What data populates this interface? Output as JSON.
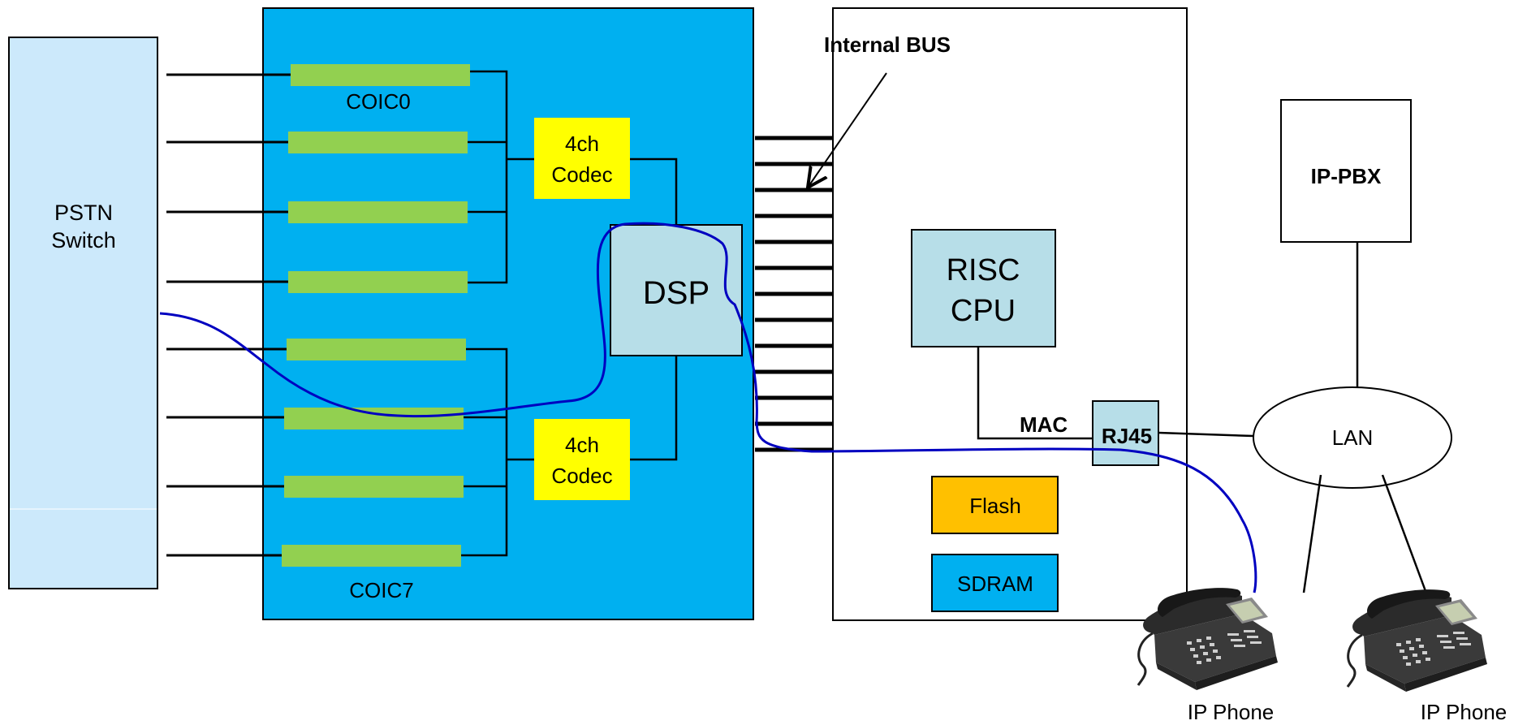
{
  "labels": {
    "pstn": [
      "PSTN",
      "Switch"
    ],
    "coic_top": "COIC0",
    "coic_bottom": "COIC7",
    "codec": [
      "4ch",
      "Codec"
    ],
    "dsp": "DSP",
    "internal_bus": "Internal BUS",
    "risc": [
      "RISC",
      "CPU"
    ],
    "mac": "MAC",
    "rj45": "RJ45",
    "flash": "Flash",
    "sdram": "SDRAM",
    "ip_pbx": "IP-PBX",
    "lan": "LAN",
    "ip_phone": "IP Phone"
  },
  "colors": {
    "pstn_fill": "#cce9fb",
    "board_fill": "#00b0f0",
    "coic_fill": "#92d050",
    "codec_fill": "#ffff00",
    "dsp_fill": "#b7dee8",
    "flash_fill": "#ffc000",
    "sdram_fill": "#00b0f0",
    "signal_path": "#0000c0"
  },
  "icons": [
    "ip-phone-icon",
    "ip-phone-icon"
  ]
}
